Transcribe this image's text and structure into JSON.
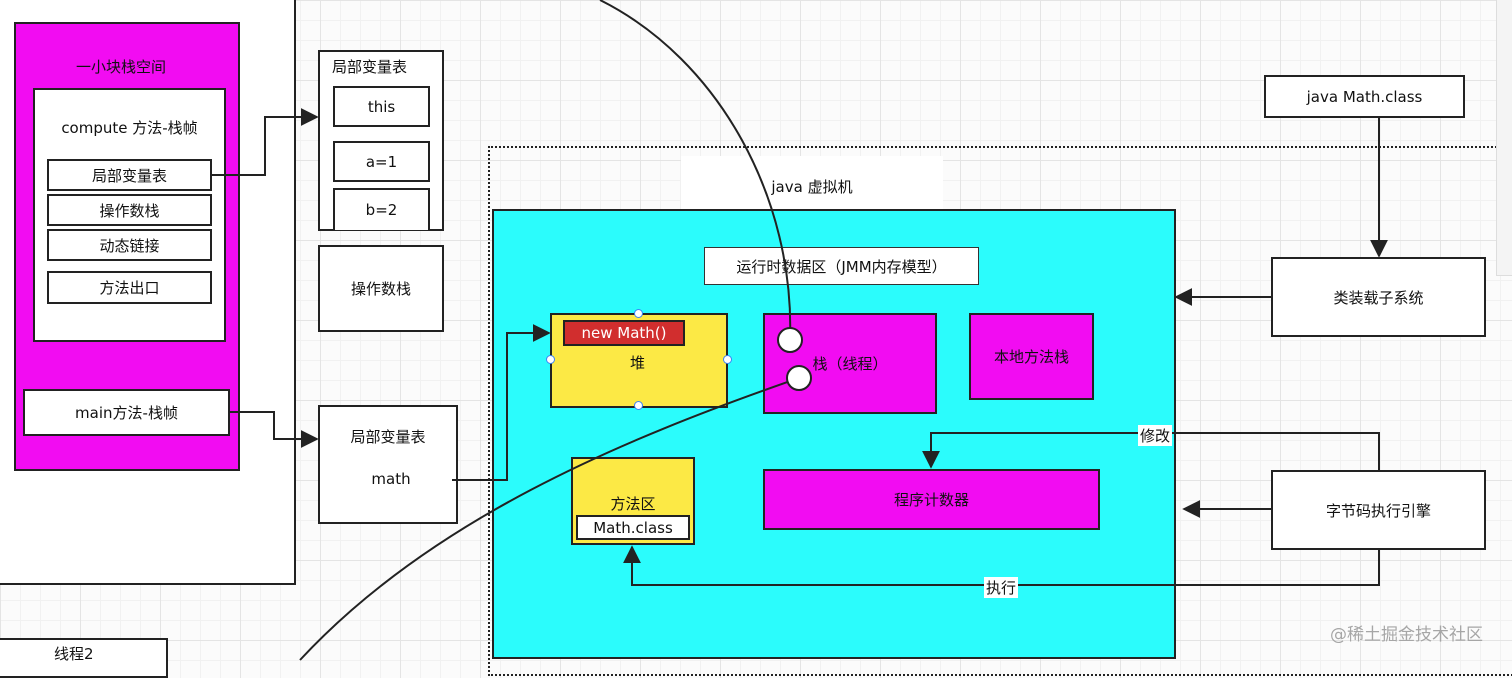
{
  "thread_panel": {
    "stack_space_label": "一小块栈空间",
    "compute_frame_label": "compute 方法-栈帧",
    "compute_items": [
      "局部变量表",
      "操作数栈",
      "动态链接",
      "方法出口"
    ],
    "main_frame_label": "main方法-栈帧"
  },
  "local_vars_table": {
    "title": "局部变量表",
    "entries": [
      "this",
      "a=1",
      "b=2"
    ]
  },
  "operand_stack_label": "操作数栈",
  "main_locals": {
    "title": "局部变量表",
    "var": "math"
  },
  "thread2_label": "线程2",
  "jvm": {
    "title": "java 虚拟机",
    "runtime_area": "运行时数据区（JMM内存模型）",
    "heap": "堆",
    "new_math": "new Math()",
    "stack": "栈（线程）",
    "native_stack": "本地方法栈",
    "method_area": "方法区",
    "math_class": "Math.class",
    "program_counter": "程序计数器"
  },
  "external": {
    "class_file": "java Math.class",
    "class_loader": "类装载子系统",
    "engine": "字节码执行引擎",
    "modify": "修改",
    "execute": "执行"
  },
  "watermark": "@稀土掘金技术社区",
  "colors": {
    "magenta": "#f20cf2",
    "cyan": "#2bfcfc",
    "yellow": "#fce945",
    "red": "#d12e2e"
  }
}
